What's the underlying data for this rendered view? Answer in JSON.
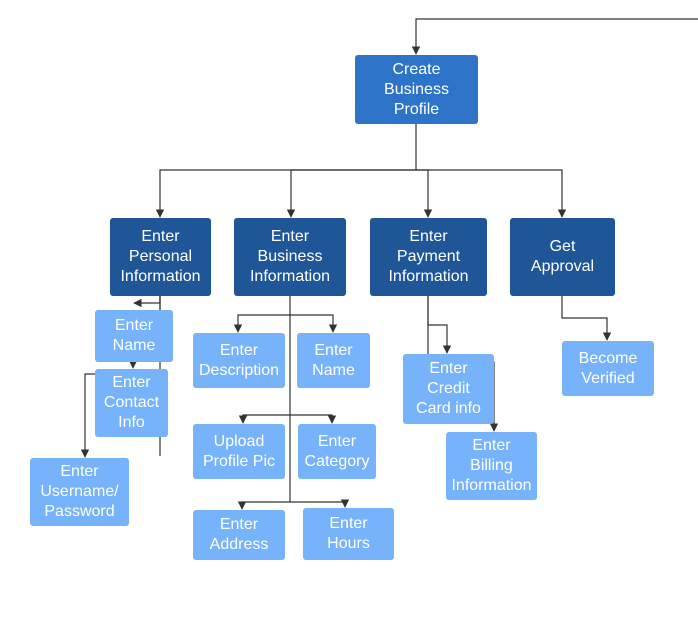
{
  "colors": {
    "dark_node": "#1f5698",
    "root_node": "#2d73c8",
    "light_node": "#76b3fb",
    "connector": "#333333",
    "text": "#ffffff"
  },
  "nodes": {
    "root": "Create\nBusiness\nProfile",
    "personal": "Enter\nPersonal\nInformation",
    "business": "Enter\nBusiness\nInformation",
    "payment": "Enter\nPayment\nInformation",
    "approval": "Get\nApproval",
    "p_name": "Enter\nName",
    "p_contact": "Enter\nContact\nInfo",
    "p_username": "Enter\nUsername/\nPassword",
    "b_description": "Enter\nDescription",
    "b_name": "Enter\nName",
    "b_upload": "Upload\nProfile Pic",
    "b_category": "Enter\nCategory",
    "b_address": "Enter\nAddress",
    "b_hours": "Enter\nHours",
    "pay_credit": "Enter\nCredit\nCard info",
    "pay_billing": "Enter\nBilling\nInformation",
    "a_verified": "Become\nVerified"
  }
}
